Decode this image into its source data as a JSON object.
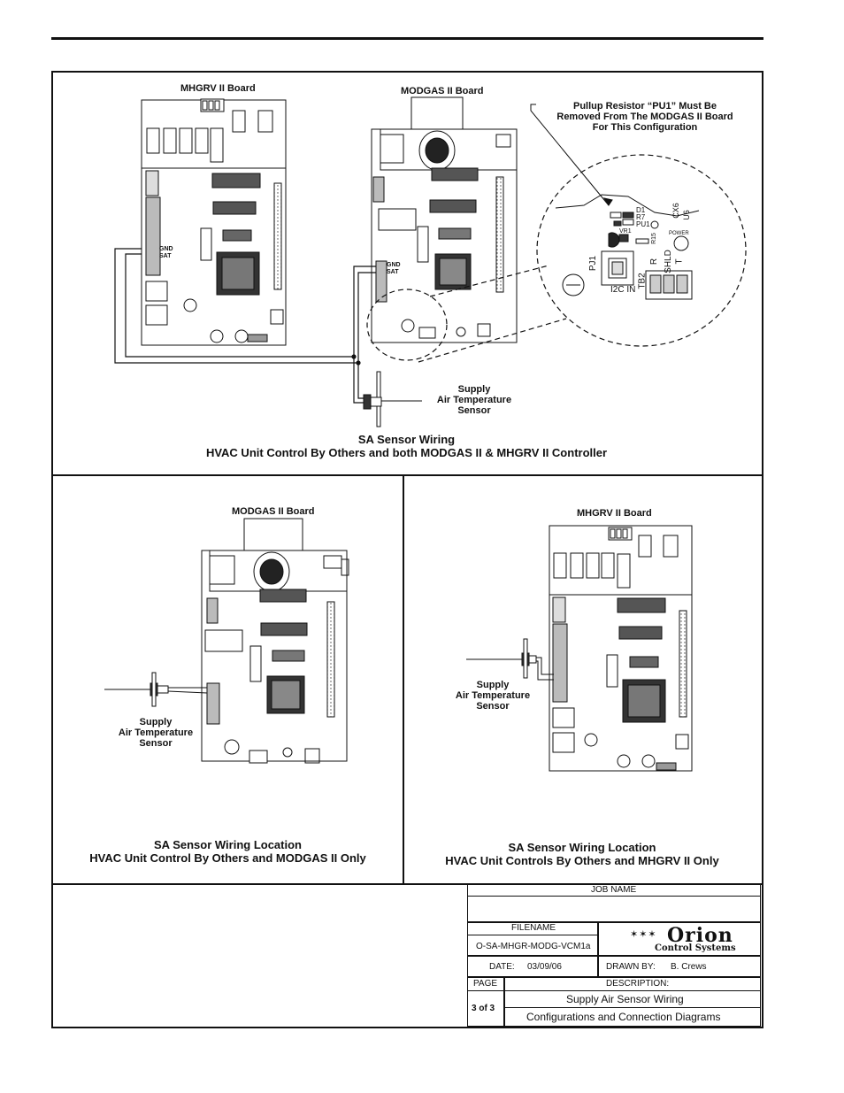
{
  "top_diagram": {
    "mhgrv_board_label": "MHGRV II Board",
    "modgas_board_label": "MODGAS II Board",
    "pullup_note": [
      "Pullup Resistor “PU1” Must Be",
      "Removed From The MODGAS II Board",
      "For This Configuration"
    ],
    "sensor_label": [
      "Supply",
      "Air Temperature",
      "Sensor"
    ],
    "caption_line1": "SA Sensor Wiring",
    "caption_line2": "HVAC Unit Control By Others and both MODGAS II & MHGRV II Controller",
    "terminal_labels": [
      "GND",
      "SAT"
    ],
    "zoom_labels": [
      "D1",
      "R7",
      "PU1",
      "VR1",
      "R15",
      "CX6",
      "U6",
      "POWER",
      "PJ1",
      "I2C IN",
      "TB2",
      "R",
      "SHLD",
      "T"
    ]
  },
  "bottom_left": {
    "modgas_board_label": "MODGAS II Board",
    "sensor_label": [
      "Supply",
      "Air Temperature",
      "Sensor"
    ],
    "caption_line1": "SA Sensor Wiring Location",
    "caption_line2": "HVAC Unit Control By Others and MODGAS II Only"
  },
  "bottom_right": {
    "mhgrv_board_label": "MHGRV II Board",
    "sensor_label": [
      "Supply",
      "Air Temperature",
      "Sensor"
    ],
    "caption_line1": "SA Sensor Wiring Location",
    "caption_line2": "HVAC Unit Controls By Others and MHGRV II Only"
  },
  "title_block": {
    "job_name_label": "JOB NAME",
    "job_name_value": "",
    "filename_label": "FILENAME",
    "filename_value": "O-SA-MHGR-MODG-VCM1a",
    "date_label": "DATE:",
    "date_value": "03/09/06",
    "drawn_by_label": "DRAWN BY:",
    "drawn_by_value": "B. Crews",
    "page_label": "PAGE",
    "page_value": "3 of 3",
    "description_label": "DESCRIPTION:",
    "description_line1": "Supply Air Sensor Wiring",
    "description_line2": "Configurations and Connection Diagrams",
    "logo_name": "Orion",
    "logo_sub": "Control Systems"
  }
}
